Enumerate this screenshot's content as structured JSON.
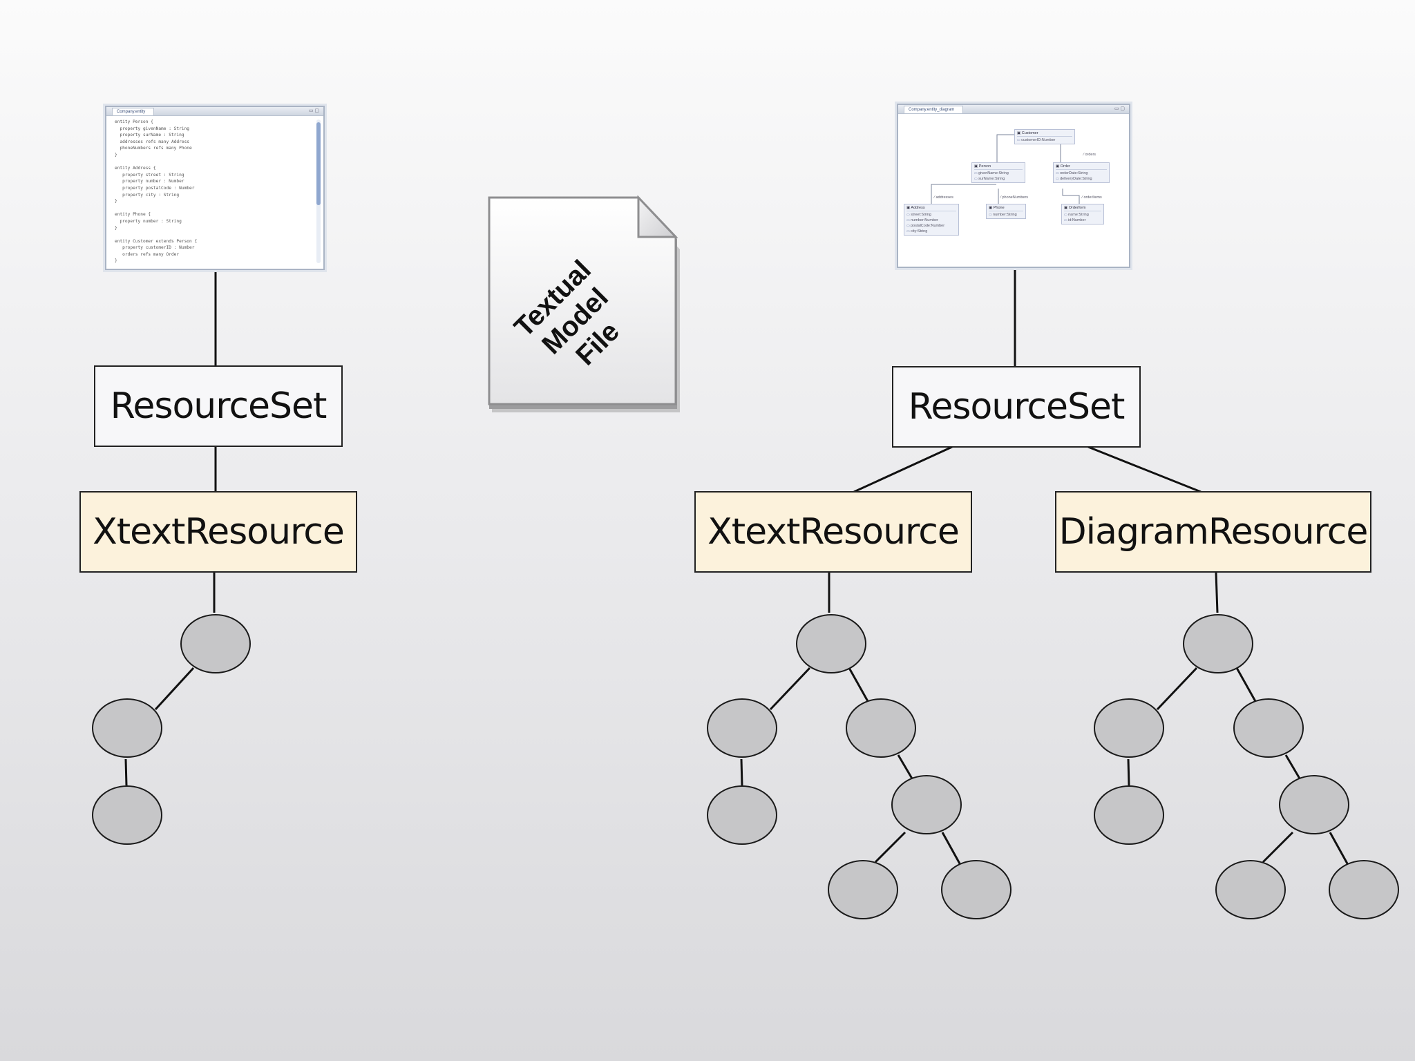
{
  "left": {
    "editor": {
      "tab": "Company.entity",
      "lines": [
        "entity Person {",
        "  property givenName : String",
        "  property surName : String",
        "  addresses refs many Address",
        "  phoneNumbers refs many Phone",
        "}",
        "",
        "entity Address {",
        "   property street : String",
        "   property number : Number",
        "   property postalCode : Number",
        "   property city : String",
        "}",
        "",
        "entity Phone {",
        "  property number : String",
        "}",
        "",
        "entity Customer extends Person {",
        "   property customerID : Number",
        "   orders refs many Order",
        "}"
      ]
    },
    "resource_set": "ResourceSet",
    "resource": "XtextResource"
  },
  "center": {
    "document_lines": [
      "Textual",
      "Model",
      "File"
    ]
  },
  "right": {
    "diagram_editor": {
      "tab": "Company.entity_diagram",
      "nodes": [
        {
          "name": "Customer",
          "attrs": [
            "customerID:Number"
          ]
        },
        {
          "name": "Person",
          "attrs": [
            "givenName:String",
            "surName:String"
          ]
        },
        {
          "name": "Order",
          "attrs": [
            "orderDate:String",
            "deliveryDate:String"
          ]
        },
        {
          "name": "Address",
          "attrs": [
            "street:String",
            "number:Number",
            "postalCode:Number",
            "city:String"
          ]
        },
        {
          "name": "Phone",
          "attrs": [
            "number:String"
          ]
        },
        {
          "name": "OrderItem",
          "attrs": [
            "name:String",
            "id:Number"
          ]
        }
      ],
      "edge_labels": [
        "orders",
        "addresses",
        "phoneNumbers",
        "orderItems"
      ]
    },
    "resource_set": "ResourceSet",
    "resources": [
      "XtextResource",
      "DiagramResource"
    ]
  },
  "colors": {
    "resource_set_fill": "#f7f7f9",
    "resource_fill": "#fcf2dc",
    "tree_node_fill": "#c6c6c8",
    "line": "#111111"
  }
}
